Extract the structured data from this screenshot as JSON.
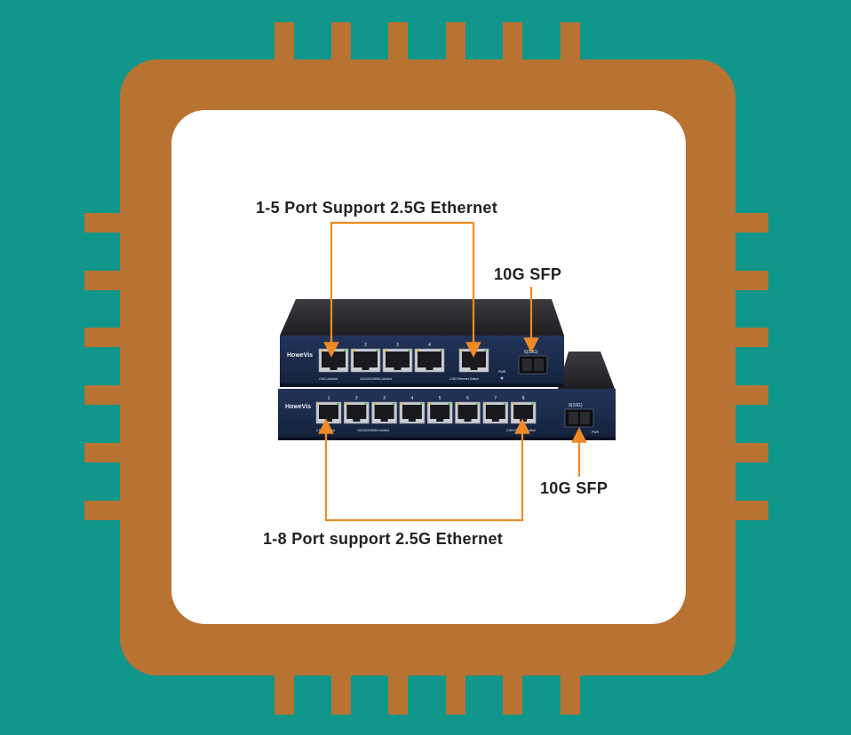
{
  "colors": {
    "background": "#10968a",
    "chip": "#b87333",
    "panel": "#ffffff",
    "callout": "#f08a24",
    "switch_body": "#1b2a4a",
    "switch_top": "#2e2e33"
  },
  "callouts": {
    "top_ports": "1-5 Port Support 2.5G Ethernet",
    "top_sfp": "10G SFP",
    "bottom_sfp": "10G SFP",
    "bottom_ports": "1-8 Port support 2.5G Ethernet"
  },
  "switch_small": {
    "brand": "HoweVis",
    "port_numbers": [
      "1",
      "2",
      "3",
      "4"
    ],
    "sfp_label": "5(10G)",
    "legend_1": "2.5G Link/Act",
    "legend_2": "10/100/1000M Link/Act",
    "legend_3": "2.5G Ethernet Switch",
    "pwr": "PWR"
  },
  "switch_large": {
    "brand": "HoweVis",
    "port_numbers": [
      "1",
      "2",
      "3",
      "4",
      "5",
      "6",
      "7",
      "8"
    ],
    "sfp_label": "9(10G)",
    "legend_1": "2.5G Link/Act",
    "legend_2": "10/100/1000M Link/Act",
    "legend_3": "2.5G Ethernet Switch",
    "pwr": "PWR"
  }
}
